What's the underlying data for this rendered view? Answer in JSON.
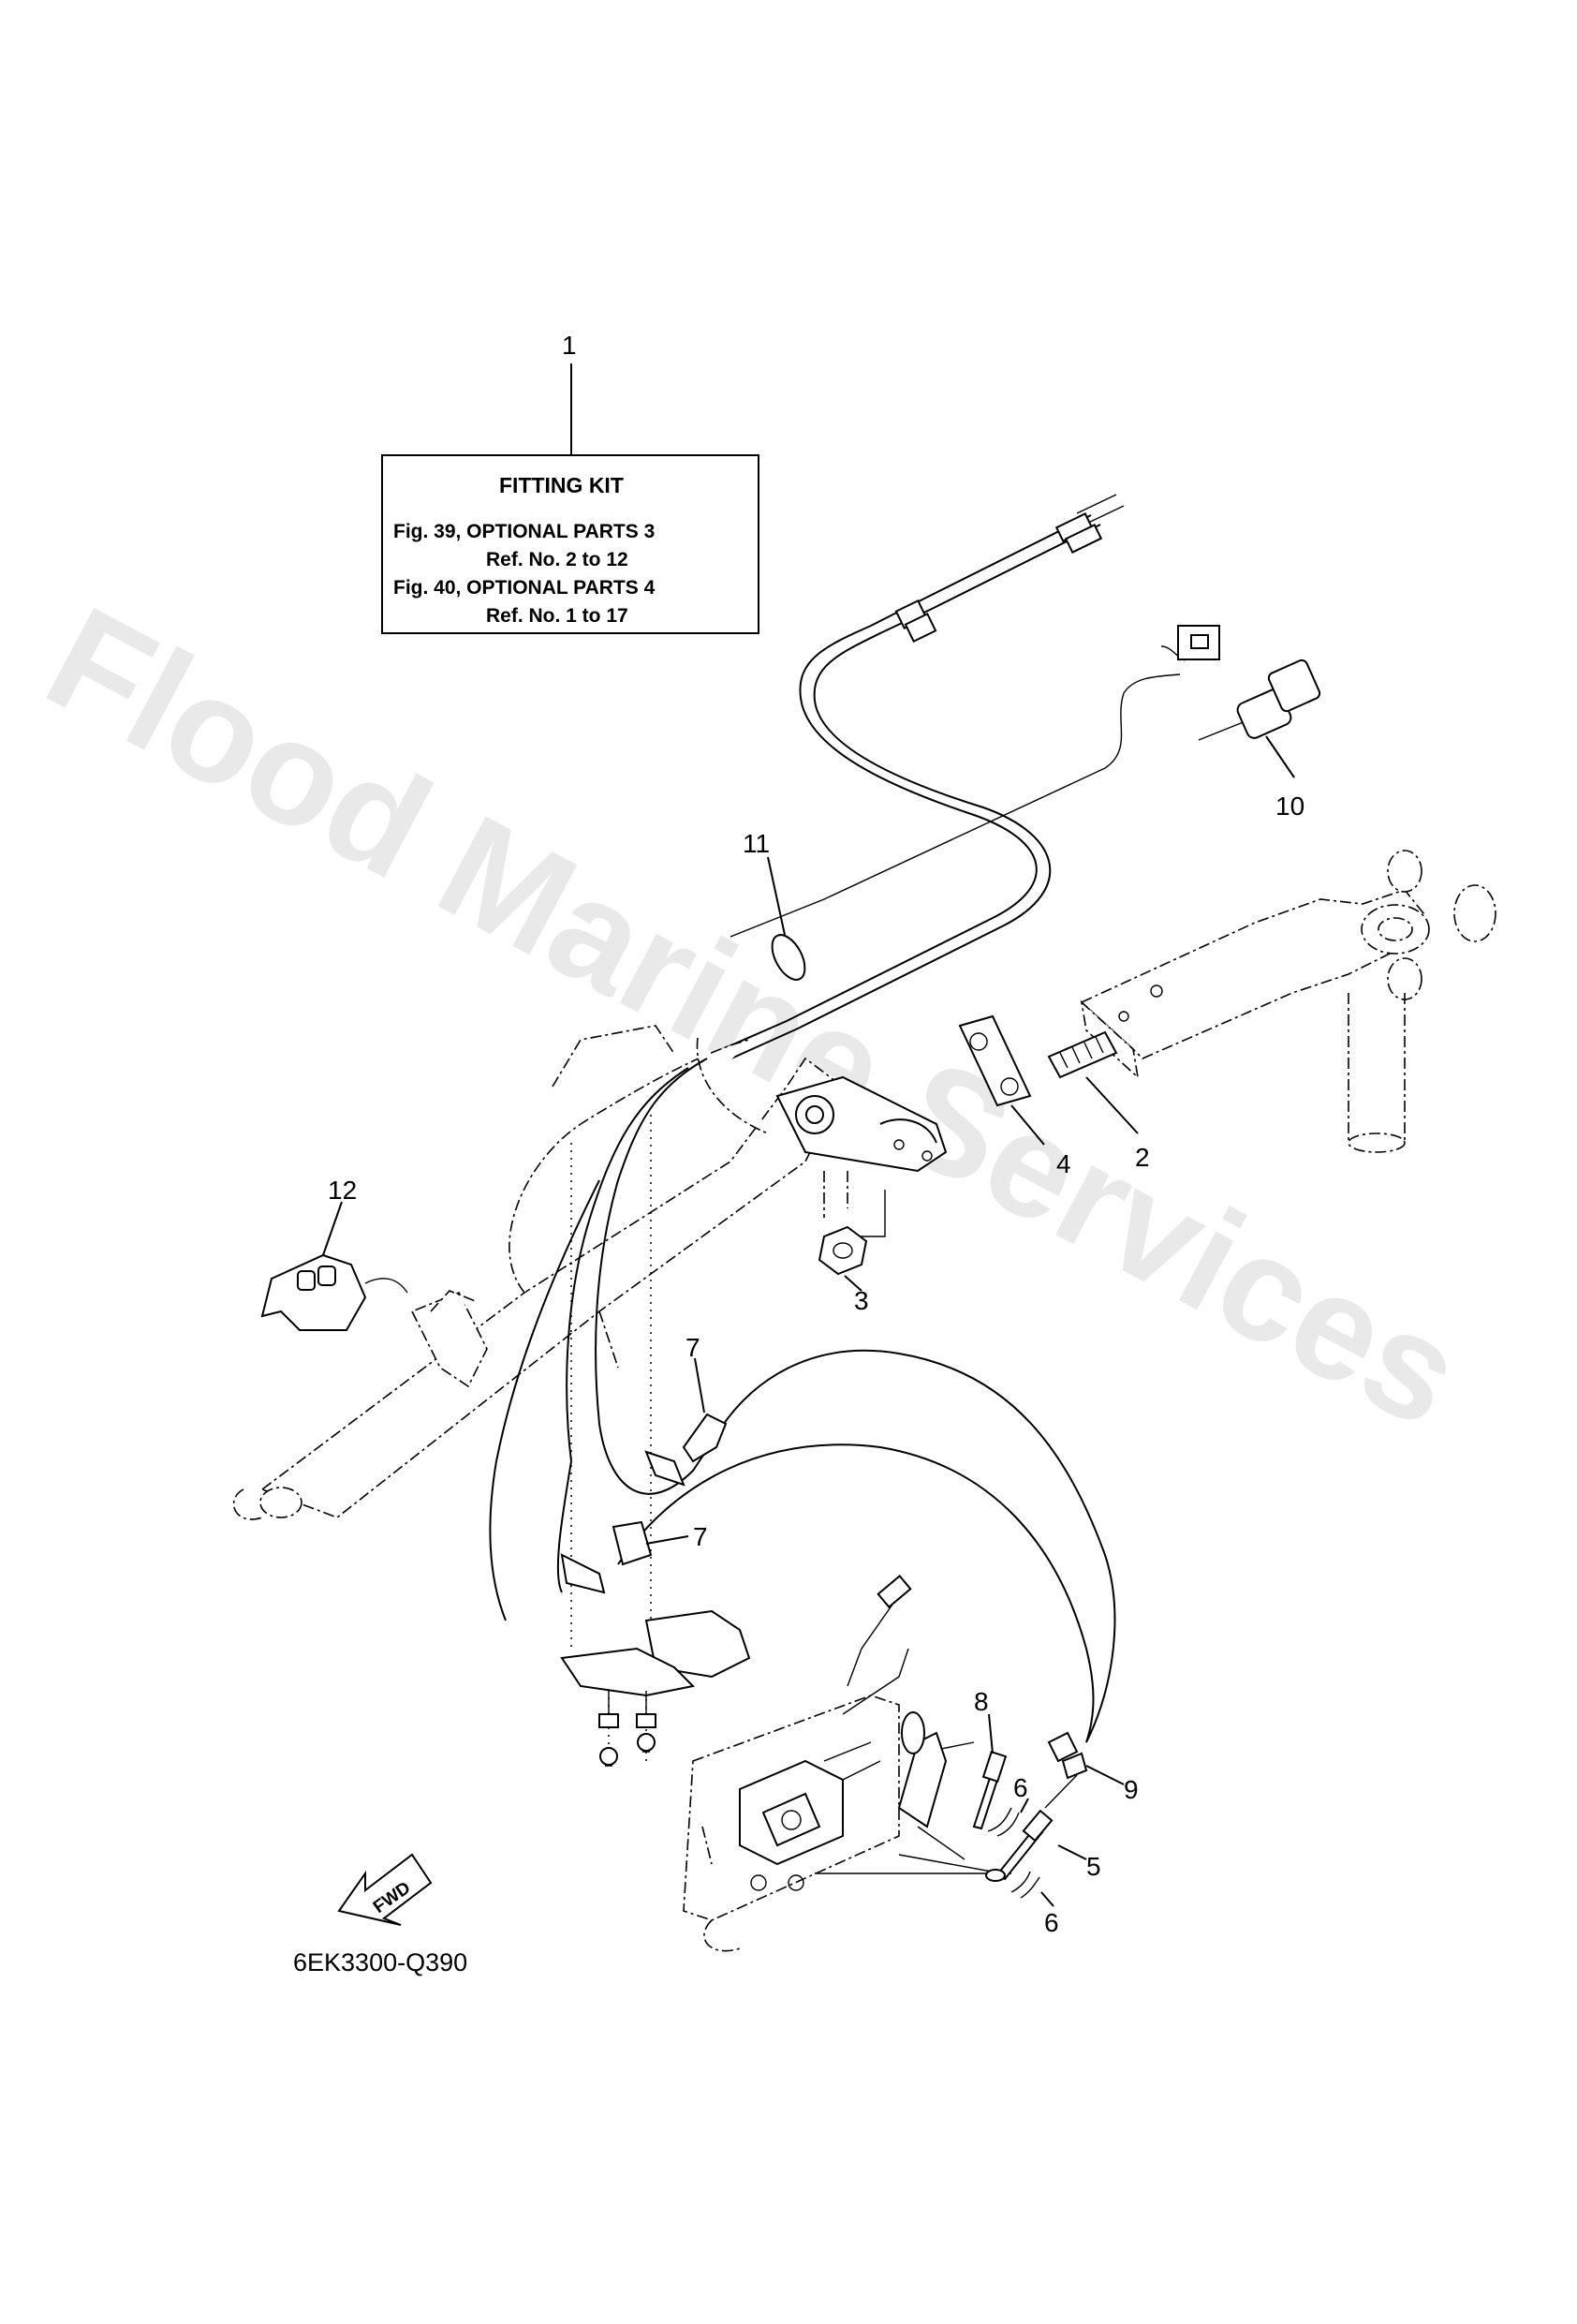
{
  "watermark": "Flood Marine Services",
  "fitting_kit": {
    "ref": "1",
    "title": "FITTING KIT",
    "lines": [
      "Fig. 39, OPTIONAL PARTS 3",
      "Ref. No. 2 to 12",
      "Fig. 40, OPTIONAL PARTS 4",
      "Ref. No. 1 to 17"
    ]
  },
  "callouts": [
    "10",
    "11",
    "2",
    "4",
    "3",
    "12",
    "7",
    "7",
    "8",
    "6",
    "9",
    "5",
    "6"
  ],
  "fwd_label": "FWD",
  "diagram_code": "6EK3300-Q390"
}
